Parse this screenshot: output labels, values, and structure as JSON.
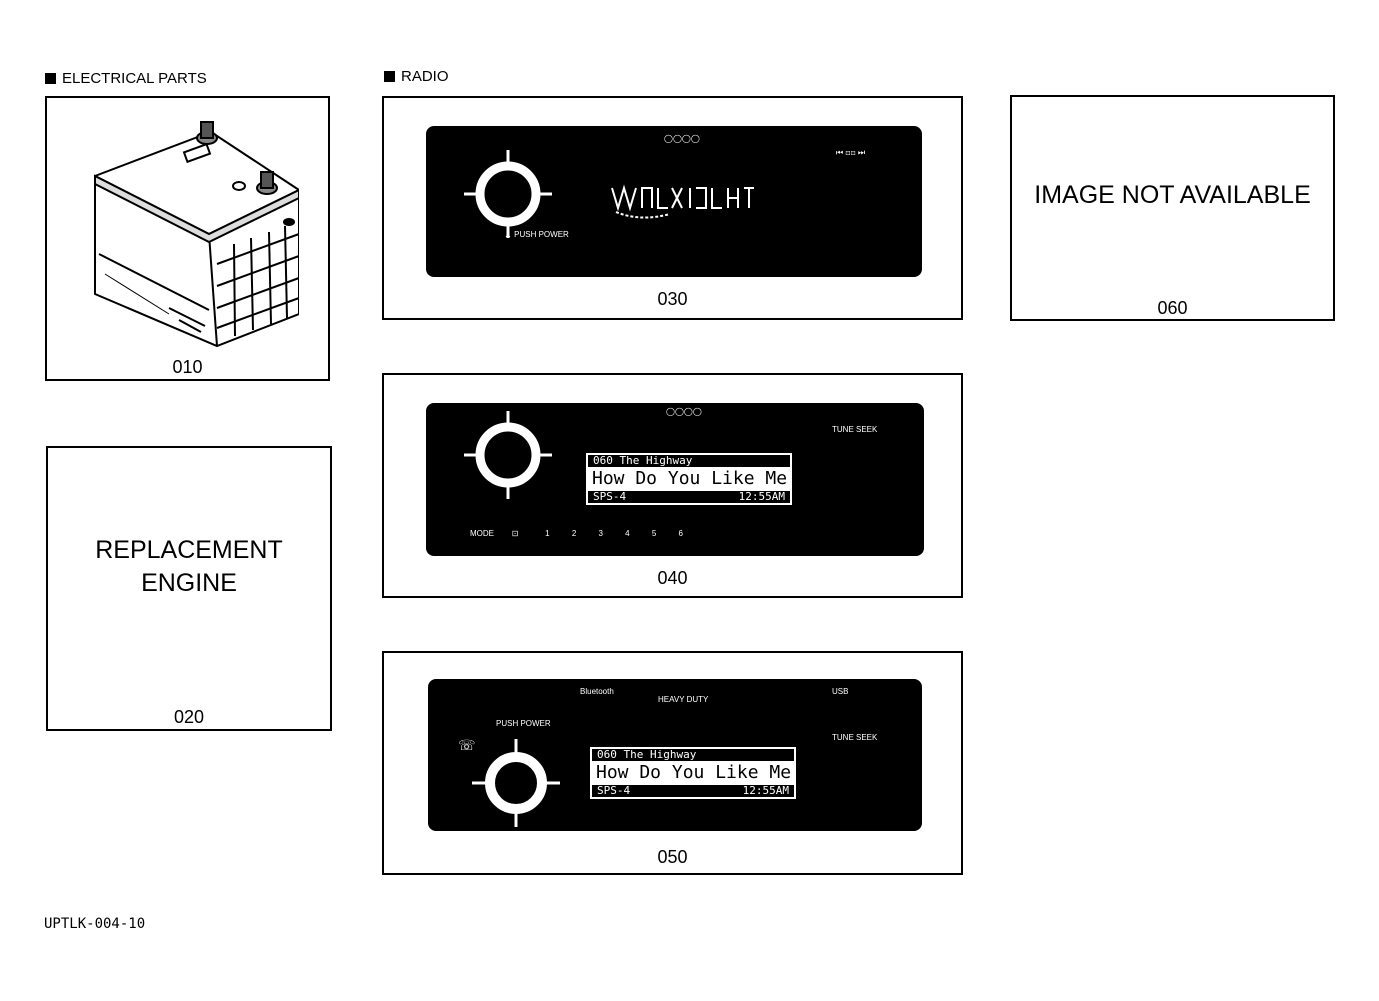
{
  "sections": {
    "electrical": "ELECTRICAL PARTS",
    "radio": "RADIO"
  },
  "parts": {
    "p010": {
      "number": "010",
      "image": "battery-illustration"
    },
    "p020": {
      "number": "020",
      "text_line1": "REPLACEMENT",
      "text_line2": "ENGINE"
    },
    "p030": {
      "number": "030",
      "image": "radio-illustration"
    },
    "p040": {
      "number": "040",
      "image": "radio-illustration",
      "lcd": {
        "channel": "060  The Highway",
        "song": "How Do You Like Me Now",
        "preset": "SPS-4",
        "time": "12:55AM"
      },
      "labels": {
        "tune_seek": "TUNE SEEK"
      }
    },
    "p050": {
      "number": "050",
      "image": "radio-illustration",
      "lcd": {
        "channel": "060  The Highway",
        "song": "How Do You Like Me Now",
        "preset": "SPS-4",
        "time": "12:55AM"
      },
      "labels": {
        "push_power": "PUSH POWER",
        "bluetooth": "Bluetooth",
        "heavy_duty": "HEAVY DUTY",
        "usb": "USB",
        "tune_seek": "TUNE SEEK"
      }
    },
    "p060": {
      "number": "060",
      "text": "IMAGE NOT AVAILABLE"
    }
  },
  "footer": {
    "code": "UPTLK-004-10"
  }
}
